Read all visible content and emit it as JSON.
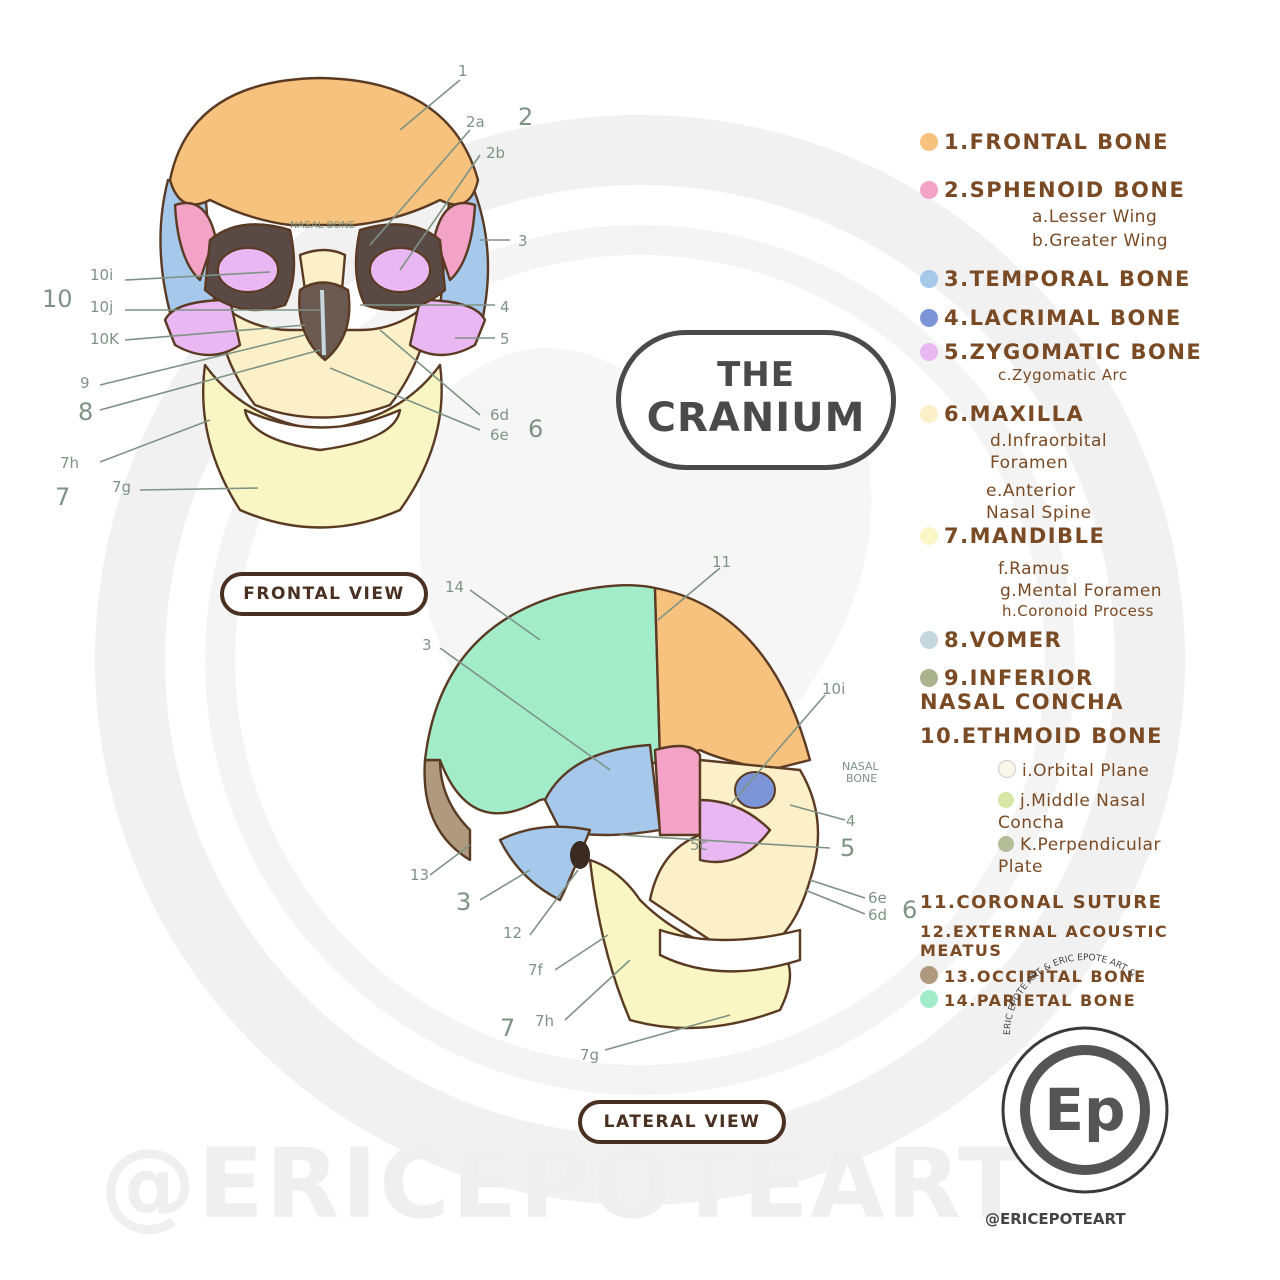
{
  "title": {
    "line1": "THE",
    "line2": "CRANIUM"
  },
  "views": {
    "frontal": "FRONTAL VIEW",
    "lateral": "LATERAL VIEW"
  },
  "colors": {
    "frontal": "#f7c27e",
    "sphenoid": "#f3a3c6",
    "temporal": "#a6c8ea",
    "lacrimal": "#7c95d6",
    "zygomatic": "#e9b7f2",
    "maxilla": "#fbf0c8",
    "mandible": "#f9f6c4",
    "vomer": "#c6d8dd",
    "inferior_concha": "#aab38e",
    "orbital_plane": "#fbf7ea",
    "middle_concha": "#d6e6a4",
    "perpendicular_plate": "#b3be99",
    "occipital": "#b09a7f",
    "parietal": "#a3ecca",
    "outline": "#5a3a22",
    "label": "#7e9384",
    "legend_text": "#7a4a24"
  },
  "frontal_labels": {
    "l1": "1",
    "l2a": "2a",
    "l2b": "2b",
    "l2": "2",
    "l3": "3",
    "l4": "4",
    "l5": "5",
    "l6d": "6d",
    "l6e": "6e",
    "l6": "6",
    "l10i": "10i",
    "l10j": "10j",
    "l10k": "10K",
    "l10": "10",
    "l9": "9",
    "l8": "8",
    "l7h": "7h",
    "l7g": "7g",
    "l7": "7",
    "nasal": "NASAL BONE"
  },
  "lateral_labels": {
    "l14": "14",
    "l11": "11",
    "l3a": "3",
    "l10i": "10i",
    "nasal1": "NASAL",
    "nasal2": "BONE",
    "l4": "4",
    "l5c": "5c",
    "l5": "5",
    "l13": "13",
    "l3b": "3",
    "l12": "12",
    "l6e": "6e",
    "l6d": "6d",
    "l6": "6",
    "l7f": "7f",
    "l7h": "7h",
    "l7": "7",
    "l7g": "7g"
  },
  "legend": {
    "i1": "1.FRONTAL BONE",
    "i2": "2.SPHENOID BONE",
    "i2a": "a.Lesser Wing",
    "i2b": "b.Greater Wing",
    "i3": "3.TEMPORAL BONE",
    "i4": "4.LACRIMAL BONE",
    "i5": "5.ZYGOMATIC BONE",
    "i5c": "c.Zygomatic Arc",
    "i6": "6.MAXILLA",
    "i6d": "d.Infraorbital\nForamen",
    "i6e": "e.Anterior\nNasal Spine",
    "i7": "7.MANDIBLE",
    "i7f": "f.Ramus",
    "i7g": "g.Mental Foramen",
    "i7h": "h.Coronoid Process",
    "i8": "8.VOMER",
    "i9": "9.INFERIOR\nNASAL CONCHA",
    "i10": "10.ETHMOID BONE",
    "i10i": "i.Orbital Plane",
    "i10j": "j.Middle Nasal\nConcha",
    "i10k": "K.Perpendicular\nPlate",
    "i11": "11.CORONAL SUTURE",
    "i12": "12.EXTERNAL ACOUSTIC\nMEATUS",
    "i13": "13.OCCIPITAL BONE",
    "i14": "14.PARIETAL BONE"
  },
  "watermark": {
    "handle": "@ERICEPOTEART",
    "logo_ring": "ERIC EPOTE ART & ERIC EPOTE ART &",
    "logo_mark": "Ep",
    "logo_handle": "@ERICEPOTEART"
  }
}
